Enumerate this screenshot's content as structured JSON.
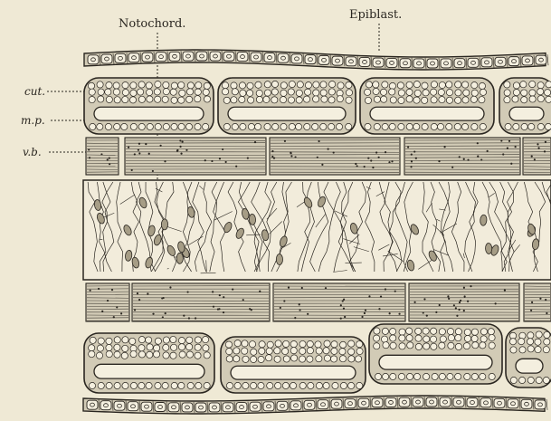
{
  "labels": {
    "notochord": "Notochord.",
    "epiblast": "Epiblast.",
    "cut": "cut.",
    "mp": "m.p.",
    "vb": "v.b."
  },
  "colors": {
    "paper": "#efe9d5",
    "ink": "#2a2620",
    "hatch_fill": "#d2cbb6"
  }
}
